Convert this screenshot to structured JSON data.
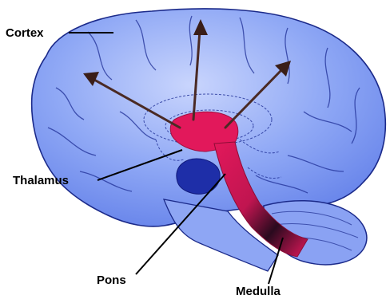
{
  "labels": {
    "cortex": "Cortex",
    "thalamus": "Thalamus",
    "pons": "Pons",
    "medulla": "Medulla"
  },
  "colors": {
    "brain_fill": "#7f9bf2",
    "brain_light": "#b9c8fb",
    "brain_outline": "#1b2a8a",
    "pathway": "#e2185b",
    "pathway_dark": "#2a0a1e",
    "arrow": "#4a2a24",
    "thalamus_nucleus": "#1e2ea8",
    "leader_line": "#000000"
  },
  "icons": {
    "arrows": [
      "up-left-arrow",
      "up-arrow",
      "up-right-arrow"
    ]
  }
}
